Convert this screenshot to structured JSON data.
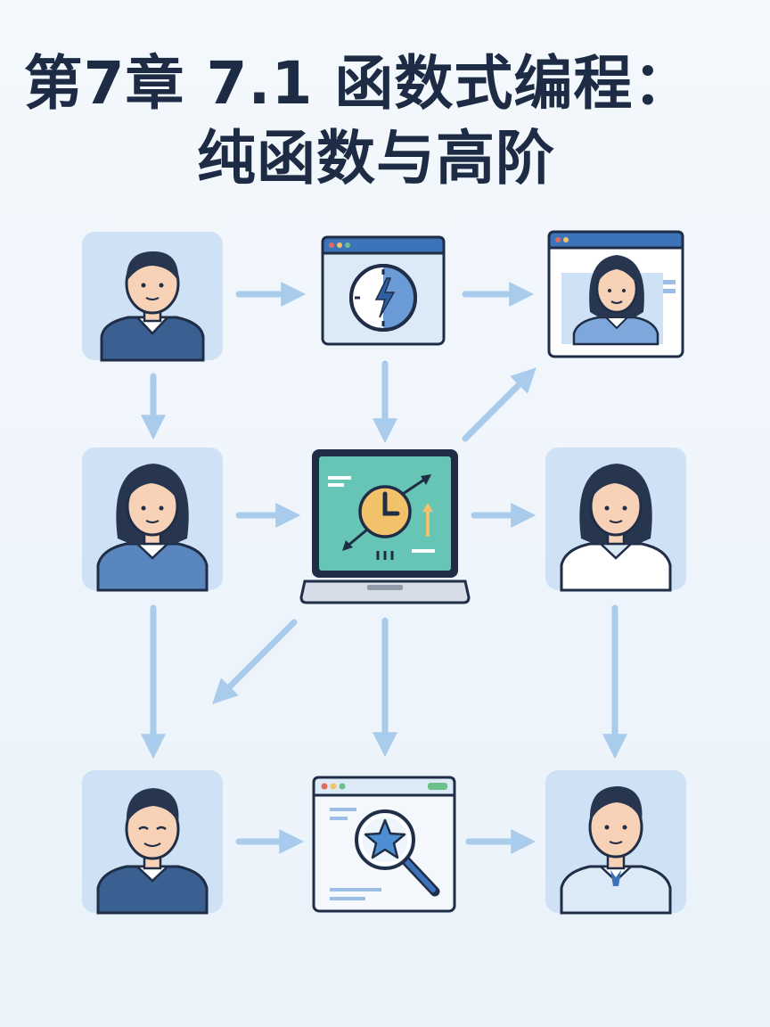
{
  "title": {
    "line1": "第7章 7.1 函数式编程：",
    "line2": "纯函数与高阶"
  },
  "colors": {
    "arrow": "#a9cbec",
    "tile_bg": "#cfe2f5",
    "tile_bg_light": "#dceaf7",
    "outline": "#1f2d47",
    "shirt_dark": "#3a5f91",
    "shirt_blue": "#5a86bf",
    "skin": "#f7d2b6",
    "hair": "#27354f",
    "screen_teal": "#66c5b5",
    "clock_orange": "#f2c26b",
    "window_blue": "#3d73b8",
    "star_blue": "#4e8ed2"
  },
  "nodes": [
    {
      "id": "person-man-top",
      "kind": "person",
      "icon": "man-icon"
    },
    {
      "id": "browser-clock",
      "kind": "window",
      "icon": "clock-lightning-icon"
    },
    {
      "id": "profile-window",
      "kind": "window",
      "icon": "woman-profile-icon"
    },
    {
      "id": "person-woman-left",
      "kind": "person",
      "icon": "woman-icon"
    },
    {
      "id": "laptop-center",
      "kind": "laptop",
      "icon": "clock-arrows-icon"
    },
    {
      "id": "person-woman-right",
      "kind": "person",
      "icon": "woman-icon"
    },
    {
      "id": "person-man-bottom-left",
      "kind": "person",
      "icon": "man-smiling-icon"
    },
    {
      "id": "search-window",
      "kind": "window",
      "icon": "magnifier-star-icon"
    },
    {
      "id": "person-man-bottom-right",
      "kind": "person",
      "icon": "man-icon"
    }
  ],
  "edges": [
    {
      "from": "person-man-top",
      "to": "browser-clock"
    },
    {
      "from": "browser-clock",
      "to": "profile-window"
    },
    {
      "from": "person-man-top",
      "to": "person-woman-left"
    },
    {
      "from": "browser-clock",
      "to": "laptop-center"
    },
    {
      "from": "laptop-center",
      "to": "profile-window"
    },
    {
      "from": "person-woman-left",
      "to": "laptop-center"
    },
    {
      "from": "laptop-center",
      "to": "person-woman-right"
    },
    {
      "from": "person-woman-left",
      "to": "person-man-bottom-left"
    },
    {
      "from": "laptop-center",
      "to": "person-man-bottom-left"
    },
    {
      "from": "laptop-center",
      "to": "search-window"
    },
    {
      "from": "person-woman-right",
      "to": "person-man-bottom-right"
    },
    {
      "from": "person-man-bottom-left",
      "to": "search-window"
    },
    {
      "from": "search-window",
      "to": "person-man-bottom-right"
    }
  ]
}
